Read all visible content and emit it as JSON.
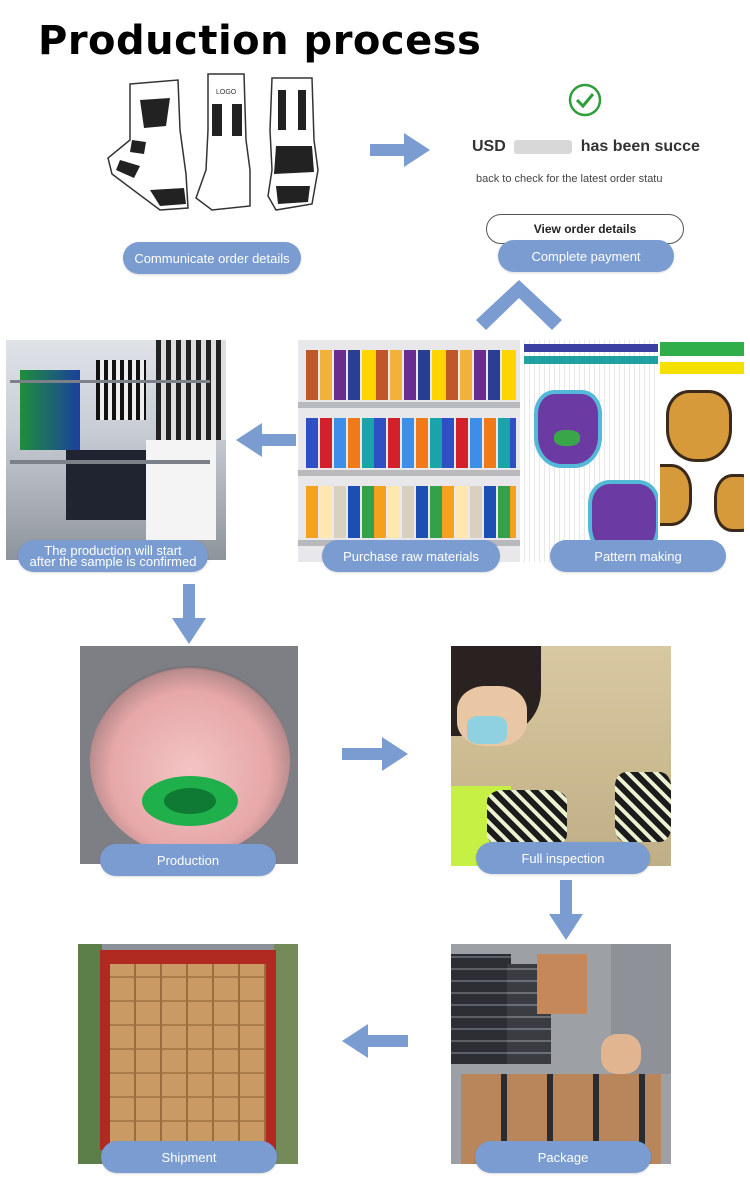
{
  "title": "Production process",
  "payment_screen": {
    "amount_prefix": "USD",
    "success_text": "has been succe",
    "subtext": "back to check for the latest order statu",
    "view_button": "View order details"
  },
  "sock_logo_text": "LOGO",
  "steps": {
    "communicate": "Communicate order details",
    "payment": "Complete payment",
    "raw_materials": "Purchase raw materials",
    "pattern": "Pattern making",
    "sample_line1": "The production will start",
    "sample_line2": "after the sample is confirmed",
    "production": "Production",
    "inspection": "Full inspection",
    "package": "Package",
    "shipment": "Shipment"
  },
  "colors": {
    "pill": "#7a9cd0",
    "arrow": "#7a9cd0",
    "check": "#2e9e3a"
  }
}
